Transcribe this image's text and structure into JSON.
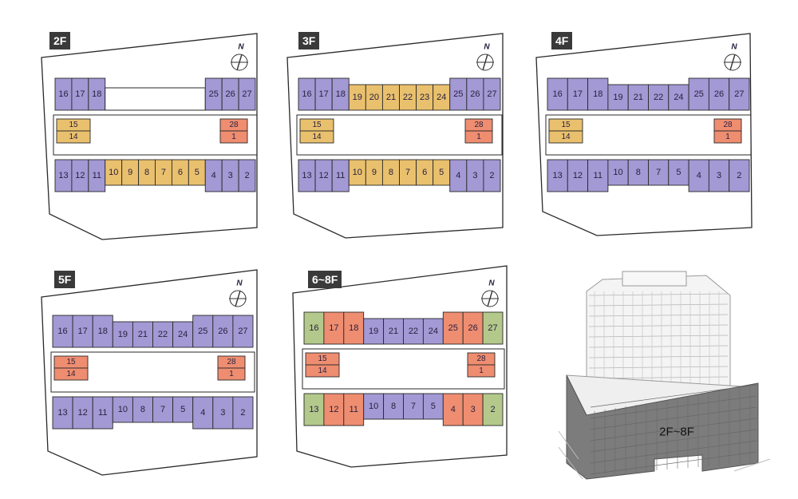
{
  "colors": {
    "purple": "#a399d4",
    "yellow": "#e9c06d",
    "orange": "#ef8d70",
    "green": "#b3c98b",
    "outline": "#2a2a2a"
  },
  "north_label": "N",
  "building_label": "2F~8F",
  "floors": [
    {
      "id": "2F",
      "label": "2F",
      "top": [
        [
          "16",
          "purple"
        ],
        [
          "17",
          "purple"
        ],
        [
          "18",
          "purple"
        ],
        [
          "",
          "void"
        ],
        [
          "25",
          "purple"
        ],
        [
          "26",
          "purple"
        ],
        [
          "27",
          "purple"
        ]
      ],
      "bottom": [
        [
          "13",
          "purple"
        ],
        [
          "12",
          "purple"
        ],
        [
          "11",
          "purple"
        ],
        [
          "10",
          "yellow"
        ],
        [
          "9",
          "yellow"
        ],
        [
          "8",
          "yellow"
        ],
        [
          "7",
          "yellow"
        ],
        [
          "6",
          "yellow"
        ],
        [
          "5",
          "yellow"
        ],
        [
          "4",
          "purple"
        ],
        [
          "3",
          "purple"
        ],
        [
          "2",
          "purple"
        ]
      ],
      "left": [
        [
          "15",
          "yellow"
        ],
        [
          "14",
          "yellow"
        ]
      ],
      "right": [
        [
          "28",
          "orange"
        ],
        [
          "1",
          "orange"
        ]
      ]
    },
    {
      "id": "3F",
      "label": "3F",
      "top": [
        [
          "16",
          "purple"
        ],
        [
          "17",
          "purple"
        ],
        [
          "18",
          "purple"
        ],
        [
          "19",
          "yellow"
        ],
        [
          "20",
          "yellow"
        ],
        [
          "21",
          "yellow"
        ],
        [
          "22",
          "yellow"
        ],
        [
          "23",
          "yellow"
        ],
        [
          "24",
          "yellow"
        ],
        [
          "25",
          "purple"
        ],
        [
          "26",
          "purple"
        ],
        [
          "27",
          "purple"
        ]
      ],
      "bottom": [
        [
          "13",
          "purple"
        ],
        [
          "12",
          "purple"
        ],
        [
          "11",
          "purple"
        ],
        [
          "10",
          "yellow"
        ],
        [
          "9",
          "yellow"
        ],
        [
          "8",
          "yellow"
        ],
        [
          "7",
          "yellow"
        ],
        [
          "6",
          "yellow"
        ],
        [
          "5",
          "yellow"
        ],
        [
          "4",
          "purple"
        ],
        [
          "3",
          "purple"
        ],
        [
          "2",
          "purple"
        ]
      ],
      "left": [
        [
          "15",
          "yellow"
        ],
        [
          "14",
          "yellow"
        ]
      ],
      "right": [
        [
          "28",
          "orange"
        ],
        [
          "1",
          "orange"
        ]
      ]
    },
    {
      "id": "4F",
      "label": "4F",
      "top": [
        [
          "16",
          "purple"
        ],
        [
          "17",
          "purple"
        ],
        [
          "18",
          "purple"
        ],
        [
          "19",
          "purple"
        ],
        [
          "21",
          "purple"
        ],
        [
          "22",
          "purple"
        ],
        [
          "24",
          "purple"
        ],
        [
          "25",
          "purple"
        ],
        [
          "26",
          "purple"
        ],
        [
          "27",
          "purple"
        ]
      ],
      "bottom": [
        [
          "13",
          "purple"
        ],
        [
          "12",
          "purple"
        ],
        [
          "11",
          "purple"
        ],
        [
          "10",
          "purple"
        ],
        [
          "8",
          "purple"
        ],
        [
          "7",
          "purple"
        ],
        [
          "5",
          "purple"
        ],
        [
          "4",
          "purple"
        ],
        [
          "3",
          "purple"
        ],
        [
          "2",
          "purple"
        ]
      ],
      "left": [
        [
          "15",
          "yellow"
        ],
        [
          "14",
          "yellow"
        ]
      ],
      "right": [
        [
          "28",
          "orange"
        ],
        [
          "1",
          "orange"
        ]
      ]
    },
    {
      "id": "5F",
      "label": "5F",
      "top": [
        [
          "16",
          "purple"
        ],
        [
          "17",
          "purple"
        ],
        [
          "18",
          "purple"
        ],
        [
          "19",
          "purple"
        ],
        [
          "21",
          "purple"
        ],
        [
          "22",
          "purple"
        ],
        [
          "24",
          "purple"
        ],
        [
          "25",
          "purple"
        ],
        [
          "26",
          "purple"
        ],
        [
          "27",
          "purple"
        ]
      ],
      "bottom": [
        [
          "13",
          "purple"
        ],
        [
          "12",
          "purple"
        ],
        [
          "11",
          "purple"
        ],
        [
          "10",
          "purple"
        ],
        [
          "8",
          "purple"
        ],
        [
          "7",
          "purple"
        ],
        [
          "5",
          "purple"
        ],
        [
          "4",
          "purple"
        ],
        [
          "3",
          "purple"
        ],
        [
          "2",
          "purple"
        ]
      ],
      "left": [
        [
          "15",
          "orange"
        ],
        [
          "14",
          "orange"
        ]
      ],
      "right": [
        [
          "28",
          "orange"
        ],
        [
          "1",
          "orange"
        ]
      ]
    },
    {
      "id": "6-8F",
      "label": "6~8F",
      "top": [
        [
          "16",
          "green"
        ],
        [
          "17",
          "orange"
        ],
        [
          "18",
          "orange"
        ],
        [
          "19",
          "purple"
        ],
        [
          "21",
          "purple"
        ],
        [
          "22",
          "purple"
        ],
        [
          "24",
          "purple"
        ],
        [
          "25",
          "orange"
        ],
        [
          "26",
          "orange"
        ],
        [
          "27",
          "green"
        ]
      ],
      "bottom": [
        [
          "13",
          "green"
        ],
        [
          "12",
          "orange"
        ],
        [
          "11",
          "orange"
        ],
        [
          "10",
          "purple"
        ],
        [
          "8",
          "purple"
        ],
        [
          "7",
          "purple"
        ],
        [
          "5",
          "purple"
        ],
        [
          "4",
          "orange"
        ],
        [
          "3",
          "orange"
        ],
        [
          "2",
          "green"
        ]
      ],
      "left": [
        [
          "15",
          "orange"
        ],
        [
          "14",
          "orange"
        ]
      ],
      "right": [
        [
          "28",
          "orange"
        ],
        [
          "1",
          "orange"
        ]
      ]
    }
  ]
}
